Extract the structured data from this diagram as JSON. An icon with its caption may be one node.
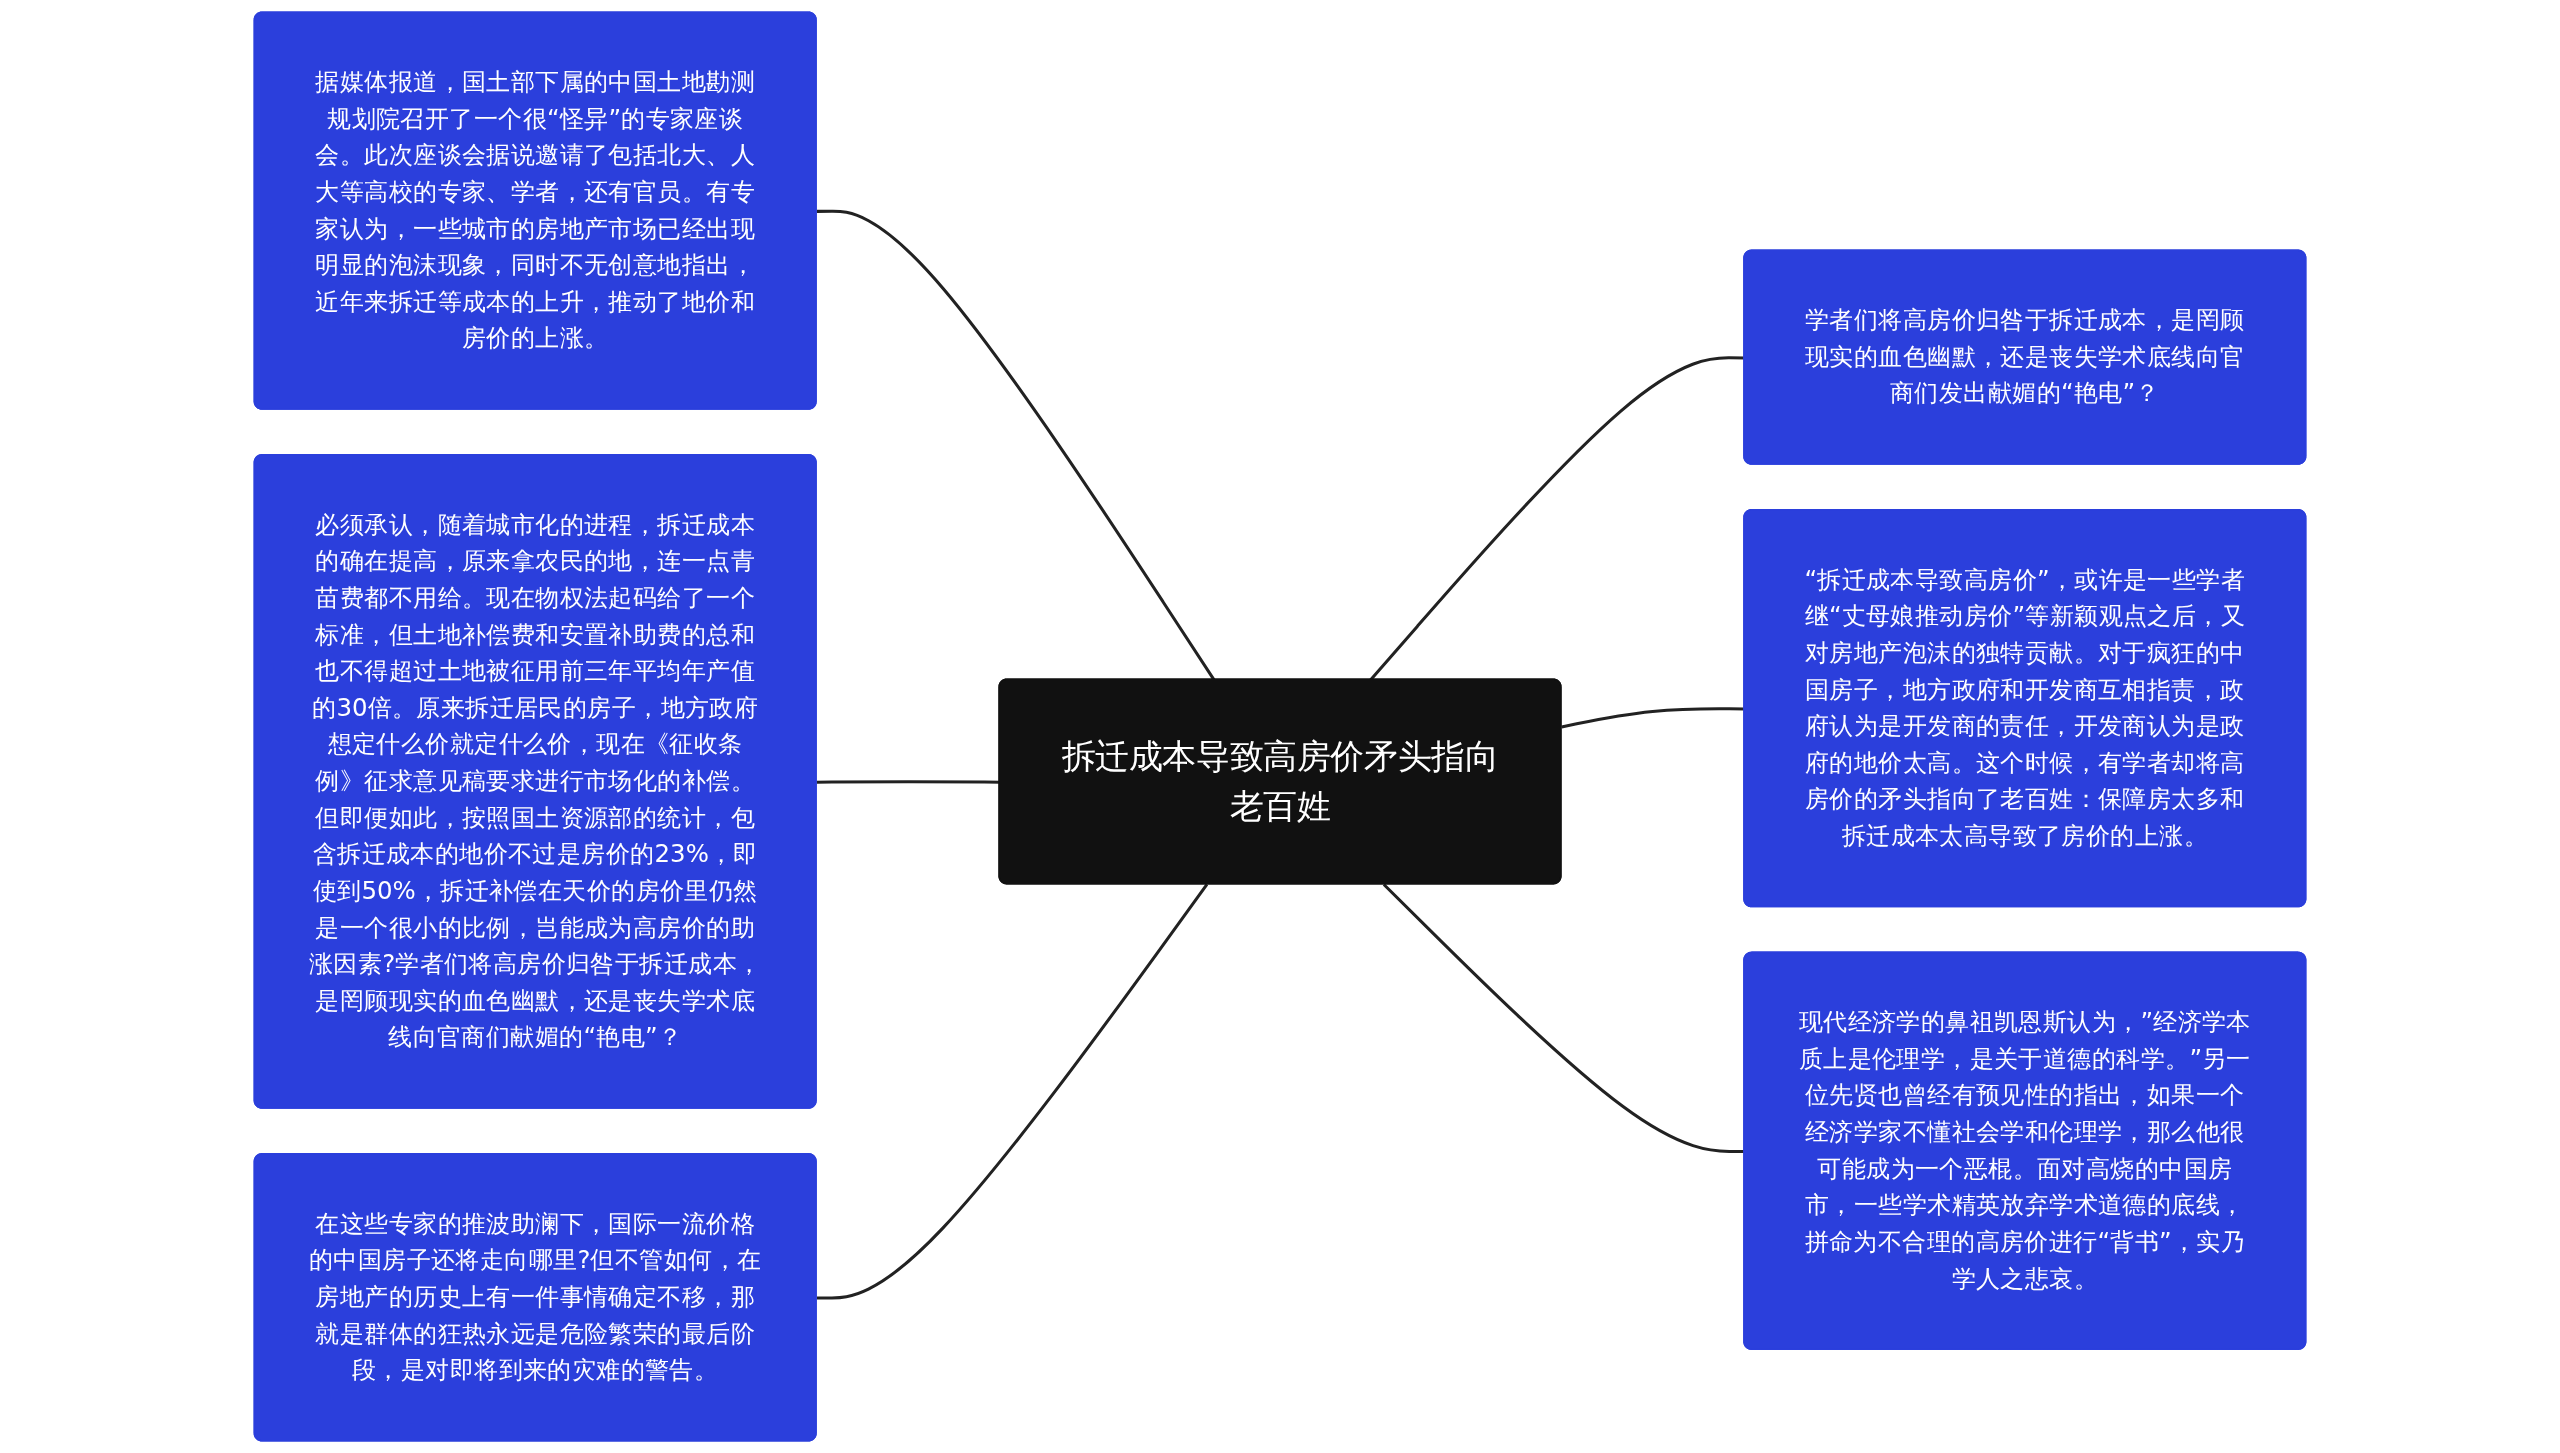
{
  "diagram": {
    "nodes": [
      {
        "text": [
          "拆迁成本导致高房价矛头指向老百姓"
        ]
      },
      {
        "text": [
          "据媒体报道，国土部下属的中国土地勘测规划院召开了一个很“怪异”的专家座谈会。此次座谈会据说邀请了包括北大、人大等高校的专家、学者，还有官员。有专家认为，一些城市的房地产市场已经出现明显的泡沫现象，同时不无创意地指出，近年来拆迁等成本的上升，推动了地价和房价的上涨。"
        ]
      },
      {
        "text": [
          "必须承认，随着城市化的进程，拆迁成本的确在提高，原来拿农民的地，连一点青苗费都不用给。现在物权法起码给了一个标准，但土地补偿费和安置补助费的总和也不得超过土地被征用前三年平均年产值的30倍。原来拆迁居民的房子，地方政府想定什么价就定什么价，现在《征收条例》征求意见稿要求进行市场化的补偿。但即便如此，按照国土资源部的统计，包含拆迁成本的地价不过是房价的23%，即使到50%，拆迁补偿在天价的房价里仍然是一个很小的比例，岂能成为高房价的助涨因素?学者们将高房价归咎于拆迁成本，是罔顾现实的血色幽默，还是丧失学术底线向官商们献媚的“艳电”？"
        ]
      },
      {
        "text": [
          "在这些专家的推波助澜下，国际一流价格的中国房子还将走向哪里?但不管如何，在房地产的历史上有一件事情确定不移，那就是群体的狂热永远是危险繁荣的最后阶段，是对即将到来的灾难的警告。"
        ]
      },
      {
        "text": [
          "学者们将高房价归咎于拆迁成本，是罔顾现实的血色幽默，还是丧失学术底线向官商们发出献媚的“艳电”？"
        ]
      },
      {
        "text": [
          "“拆迁成本导致高房价”，或许是一些学者继“丈母娘推动房价”等新颖观点之后，又对房地产泡沫的独特贡献。对于疯狂的中国房子，地方政府和开发商互相指责，政府认为是开发商的责任，开发商认为是政府的地价太高。这个时候，有学者却将高房价的矛头指向了老百姓：保障房太多和拆迁成本太高导致了房价的上涨。"
        ]
      },
      {
        "text": [
          "现代经济学的鼻祖凯恩斯认为，”经济学本质上是伦理学，是关于道德的科学。”另一位先贤也曾经有预见性的指出，如果一个经济学家不懂社会学和伦理学，那么他很可能成为一个恶棍。面对高烧的中国房市，一些学术精英放弃学术道德的底线，拼命为不合理的高房价进行“背书”，实乃学人之悲哀。"
        ]
      }
    ],
    "edges": [
      {
        "from": 0,
        "to": 1,
        "arrow": "none"
      },
      {
        "from": 0,
        "to": 2,
        "arrow": "none"
      },
      {
        "from": 0,
        "to": 3,
        "arrow": "none"
      },
      {
        "from": 0,
        "to": 4,
        "arrow": "none"
      },
      {
        "from": 0,
        "to": 5,
        "arrow": "none"
      },
      {
        "from": 0,
        "to": 6,
        "arrow": "none"
      }
    ]
  }
}
